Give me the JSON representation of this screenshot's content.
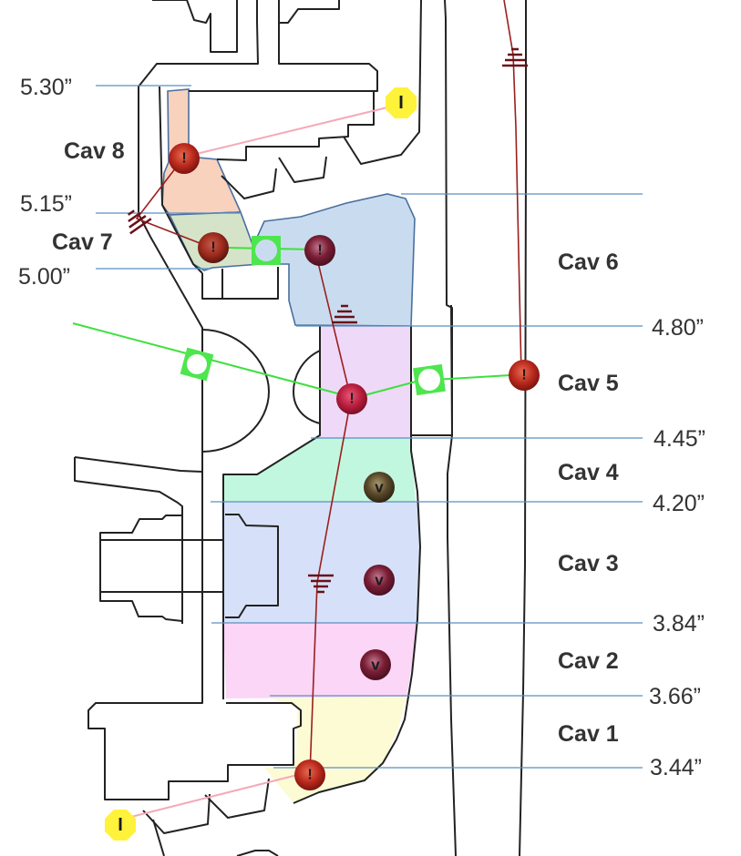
{
  "title": "Cavity flow network diagram",
  "radial_stations": [
    {
      "id": "r530",
      "label": "5.30”"
    },
    {
      "id": "r515",
      "label": "5.15”"
    },
    {
      "id": "r500",
      "label": "5.00”"
    },
    {
      "id": "r480",
      "label": "4.80”"
    },
    {
      "id": "r445",
      "label": "4.45”"
    },
    {
      "id": "r420",
      "label": "4.20”"
    },
    {
      "id": "r384",
      "label": "3.84”"
    },
    {
      "id": "r366",
      "label": "3.66”"
    },
    {
      "id": "r344",
      "label": "3.44”"
    }
  ],
  "cavities": [
    {
      "id": "cav8",
      "label": "Cav 8",
      "color": "#f8d2bd"
    },
    {
      "id": "cav7",
      "label": "Cav 7",
      "color": "#d5e4c8"
    },
    {
      "id": "cav6",
      "label": "Cav 6",
      "color": "#c9dcef"
    },
    {
      "id": "cav5",
      "label": "Cav 5",
      "color": "#efd9f8"
    },
    {
      "id": "cav4",
      "label": "Cav 4",
      "color": "#c2f7df"
    },
    {
      "id": "cav3",
      "label": "Cav 3",
      "color": "#d6e1f9"
    },
    {
      "id": "cav2",
      "label": "Cav 2",
      "color": "#fbd6f7"
    },
    {
      "id": "cav1",
      "label": "Cav 1",
      "color": "#fdfbd4"
    }
  ],
  "nodes": {
    "inlet_glyph": "I",
    "internal_glyph": "!",
    "volume_glyph": "v",
    "colors": {
      "inlet": "#fff23a",
      "internal": "#b8281c",
      "volume_dark_green": "#5b4a2a",
      "volume": "#7a1e35",
      "restrictor": "#4ee64e",
      "line_red": "#9a1f1f",
      "line_pink": "#f4a9b8",
      "ref_line": "#5b8fbf"
    }
  }
}
